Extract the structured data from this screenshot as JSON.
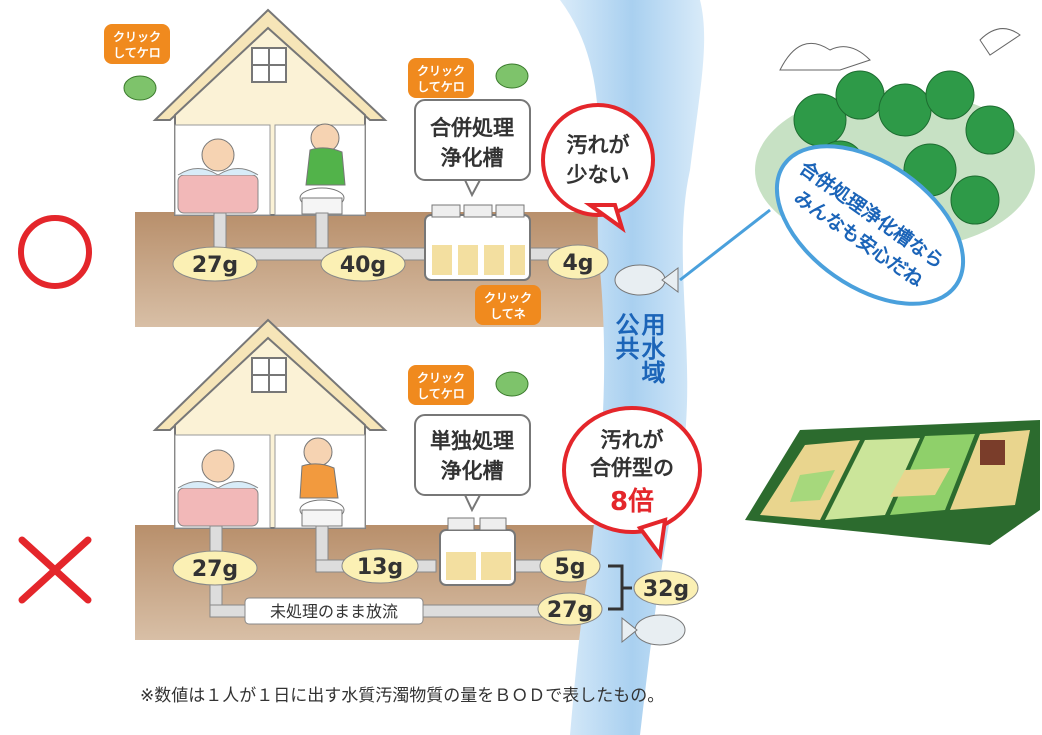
{
  "click_kero": "クリック\nしてケロ",
  "click_ne": "クリック\nしてネ",
  "top": {
    "mark": "○",
    "tank_label": "合併処理\n浄化槽",
    "speech": "汚れが\n少ない",
    "values": {
      "bath": "27g",
      "toilet": "40g",
      "outflow": "4g"
    }
  },
  "bottom": {
    "mark": "×",
    "tank_label": "単独処理\n浄化槽",
    "speech": "汚れが\n合併型の\n8倍",
    "values": {
      "bath": "27g",
      "toilet": "13g",
      "treated": "5g",
      "untreated": "27g",
      "total": "32g"
    },
    "untreated_label": "未処理のまま放流"
  },
  "river_label": "公共\n用水域",
  "forest_bubble": "合併処理浄化槽なら\nみんなも安心だね",
  "note": "※数値は１人が１日に出す水質汚濁物質の量をＢＯＤで表したもの。",
  "colors": {
    "ok": "#e4262b",
    "ng": "#e4262b",
    "water": "#b8d9f2",
    "ground": "#b48d6a",
    "accent": "#f08a1e"
  }
}
